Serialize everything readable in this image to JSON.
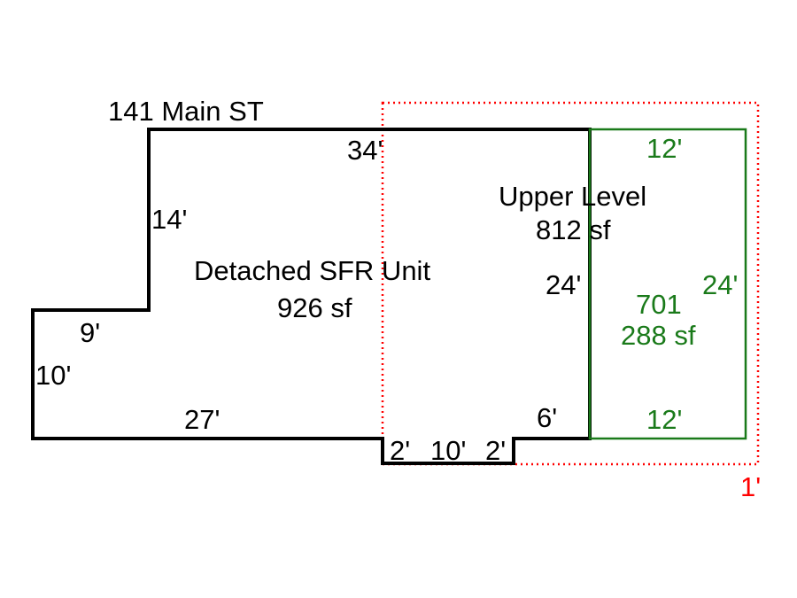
{
  "address": "141 Main ST",
  "colors": {
    "main_outline": "#000000",
    "addition_outline": "#1a7a1a",
    "overlay_outline": "#ff0000"
  },
  "main_area": {
    "name_line": "Detached SFR Unit",
    "area_line": "926 sf"
  },
  "upper_level": {
    "name_line": "Upper Level",
    "area_line": "812 sf"
  },
  "addition": {
    "code_line": "701",
    "area_line": "288 sf"
  },
  "dimensions": {
    "top": "34'",
    "upper_left_wall": "14'",
    "step_horizontal": "9'",
    "left_wall": "10'",
    "bottom_left": "27'",
    "bottom_right": "6'",
    "right_wall": "24'",
    "bump_left": "2'",
    "bump_middle": "10'",
    "bump_right": "2'"
  },
  "addition_dimensions": {
    "top": "12'",
    "bottom": "12'",
    "side": "24'"
  },
  "overlay_dimension": "1'"
}
